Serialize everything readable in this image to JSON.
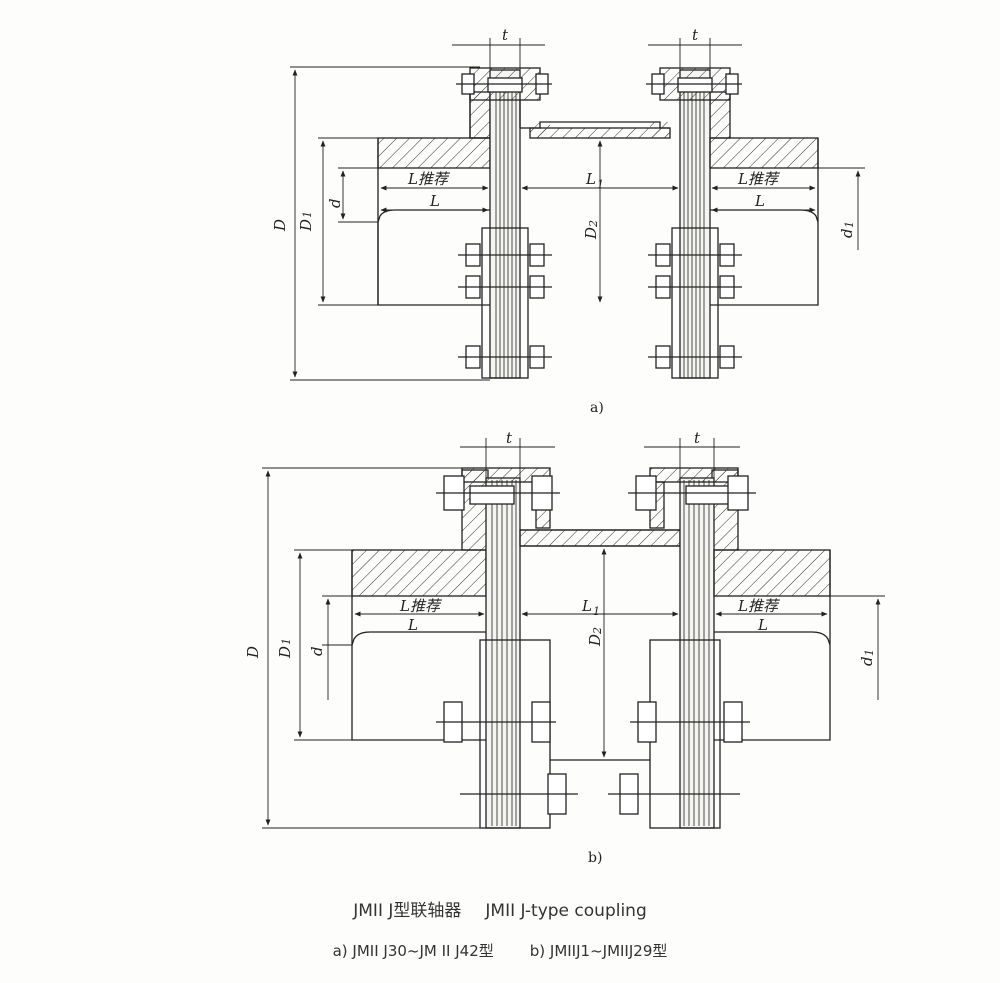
{
  "figure_a": {
    "label": "a)",
    "dims": {
      "t": "t",
      "D": "D",
      "D1": "D",
      "D1_sub": "1",
      "d": "d",
      "L": "L",
      "L_rec": "L推荐",
      "L1": "L",
      "L1_sub": "1",
      "D2": "D",
      "D2_sub": "2",
      "d1": "d",
      "d1_sub": "1"
    }
  },
  "figure_b": {
    "label": "b)",
    "dims": {
      "t": "t",
      "D": "D",
      "D1": "D",
      "D1_sub": "1",
      "d": "d",
      "L": "L",
      "L_rec": "L推荐",
      "L1": "L",
      "L1_sub": "1",
      "D2": "D",
      "D2_sub": "2",
      "d1": "d",
      "d1_sub": "1"
    }
  },
  "caption": {
    "title_cn": "JMII J型联轴器",
    "title_en": "JMII J-type coupling",
    "sub_a": "a) JMII J30~JM II J42型",
    "sub_b": "b) JMIIJ1~JMIIJ29型"
  },
  "colors": {
    "line": "#222222",
    "hatch": "#333333",
    "paper": "#fdfdfb"
  }
}
